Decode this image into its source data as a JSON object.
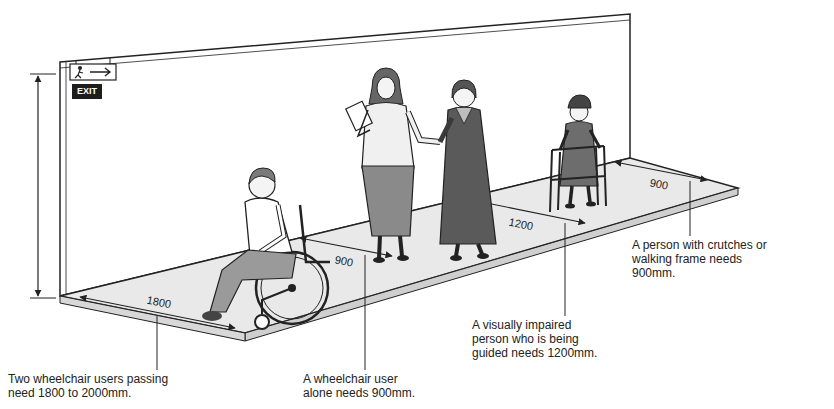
{
  "diagram": {
    "nodes": [
      {
        "text": [
          "EXIT"
        ]
      }
    ],
    "labels": [
      "1800",
      "900",
      "1200",
      "900",
      "Two wheelchair users passing need 1800 to 2000mm.",
      "A wheelchair user alone needs 900mm.",
      "A visually impaired person who is being guided needs 1200mm.",
      "A person with crutches or walking frame needs 900mm."
    ]
  }
}
